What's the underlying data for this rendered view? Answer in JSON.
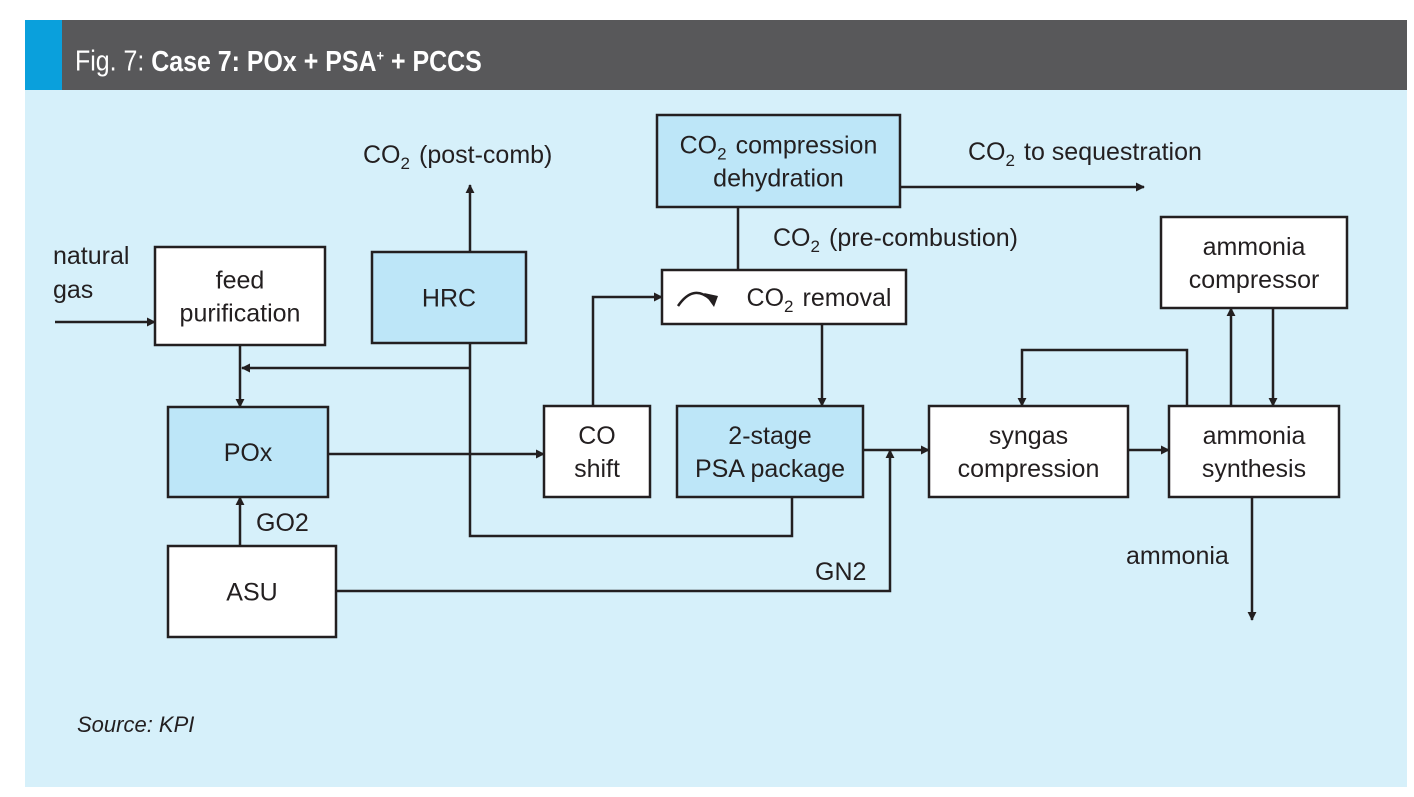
{
  "header": {
    "fig_label": "Fig. 7:",
    "title": "Case 7: POx + PSA",
    "title_sup": "+",
    "title_tail": " + PCCS"
  },
  "colors": {
    "header_bg": "#58585a",
    "accent": "#0aa0dc",
    "panel_bg": "#d6f0fa",
    "box_blue": "#bde6f8",
    "box_white": "#ffffff",
    "line": "#231f20"
  },
  "blocks": {
    "feed_purification": [
      "feed",
      "purification"
    ],
    "hrc": [
      "HRC"
    ],
    "co2_compression": [
      "CO₂ compression",
      "dehydration"
    ],
    "co2_removal": [
      "CO₂ removal"
    ],
    "pox": [
      "POx"
    ],
    "co_shift": [
      "CO",
      "shift"
    ],
    "psa": [
      "2-stage",
      "PSA package"
    ],
    "asu": [
      "ASU"
    ],
    "syngas_compression": [
      "syngas",
      "compression"
    ],
    "ammonia_synthesis": [
      "ammonia",
      "synthesis"
    ],
    "ammonia_compressor": [
      "ammonia",
      "compressor"
    ]
  },
  "streams": {
    "natural_gas": [
      "natural",
      "gas"
    ],
    "co2_post_comb": "CO₂ (post-comb)",
    "co2_sequestration": "CO₂ to sequestration",
    "co2_pre_comb": "CO₂ (pre-combustion)",
    "go2": "GO2",
    "gn2": "GN2",
    "ammonia": "ammonia"
  },
  "source": "Source: KPI"
}
